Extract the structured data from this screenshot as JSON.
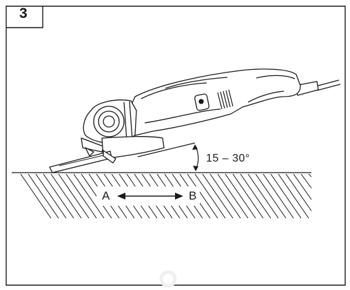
{
  "figure": {
    "number": "3",
    "angle_label": "15 – 30°",
    "direction_start_label": "A",
    "direction_end_label": "B",
    "subject": "angle-grinder"
  },
  "colors": {
    "ink": "#1a1a1a",
    "paper": "#ffffff",
    "watermark": "#f0f0f0"
  }
}
